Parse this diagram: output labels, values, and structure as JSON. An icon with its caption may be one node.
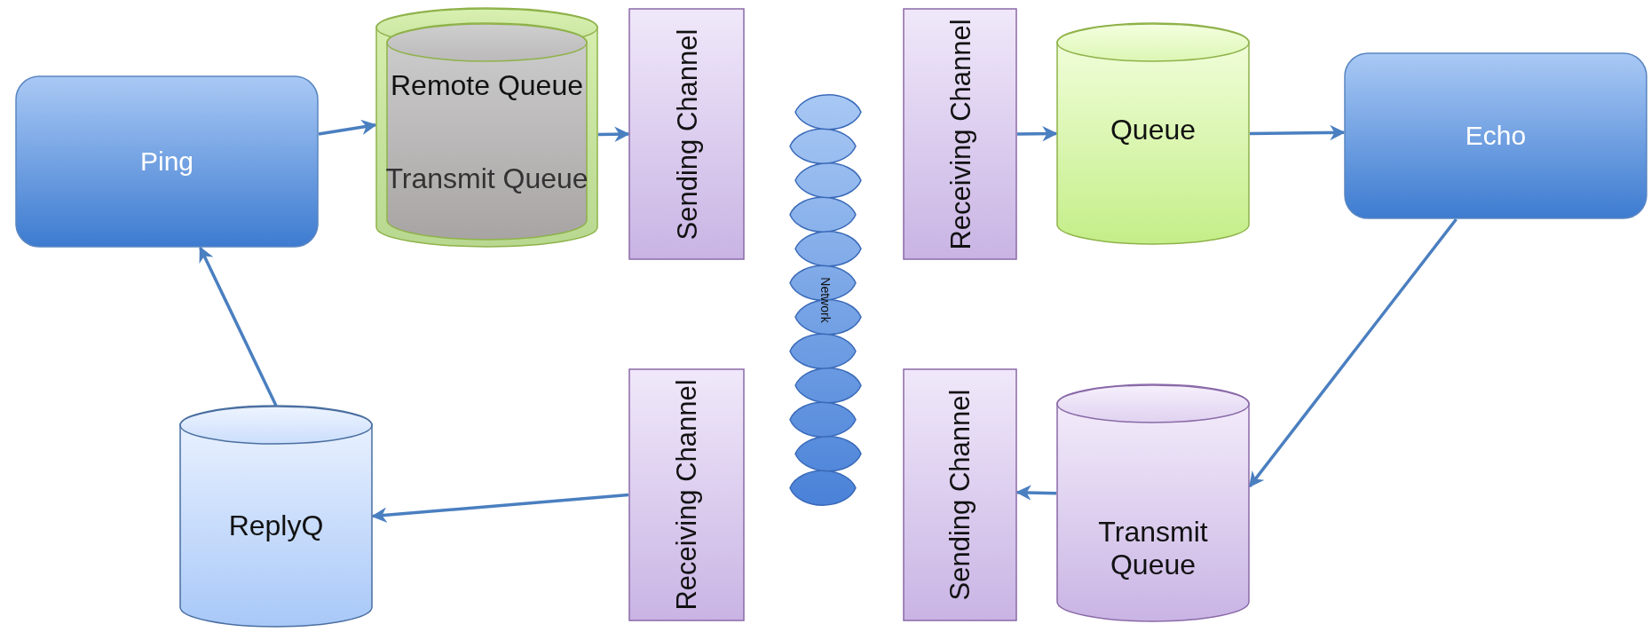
{
  "diagram": {
    "nodes": [
      {
        "text": [
          "Ping"
        ]
      },
      {
        "text": [
          "Remote Queue",
          "Transmit Queue"
        ]
      },
      {
        "text": [
          "Sending Channel"
        ]
      },
      {
        "text": [
          "Network"
        ]
      },
      {
        "text": [
          "Receiving Channel"
        ]
      },
      {
        "text": [
          "Queue"
        ]
      },
      {
        "text": [
          "Echo"
        ]
      },
      {
        "text": [
          "ReplyQ"
        ]
      },
      {
        "text": [
          "Receiving Channel"
        ]
      },
      {
        "text": [
          "Sending Channel"
        ]
      },
      {
        "text": [
          "Transmit Queue"
        ]
      }
    ],
    "edges": [
      {
        "from": 0,
        "to": 1,
        "arrow": "to"
      },
      {
        "from": 1,
        "to": 2,
        "arrow": "to"
      },
      {
        "from": 4,
        "to": 5,
        "arrow": "to"
      },
      {
        "from": 5,
        "to": 6,
        "arrow": "to"
      },
      {
        "from": 6,
        "to": 10,
        "arrow": "to"
      },
      {
        "from": 10,
        "to": 9,
        "arrow": "to"
      },
      {
        "from": 8,
        "to": 7,
        "arrow": "to"
      },
      {
        "from": 7,
        "to": 0,
        "arrow": "to"
      }
    ]
  }
}
